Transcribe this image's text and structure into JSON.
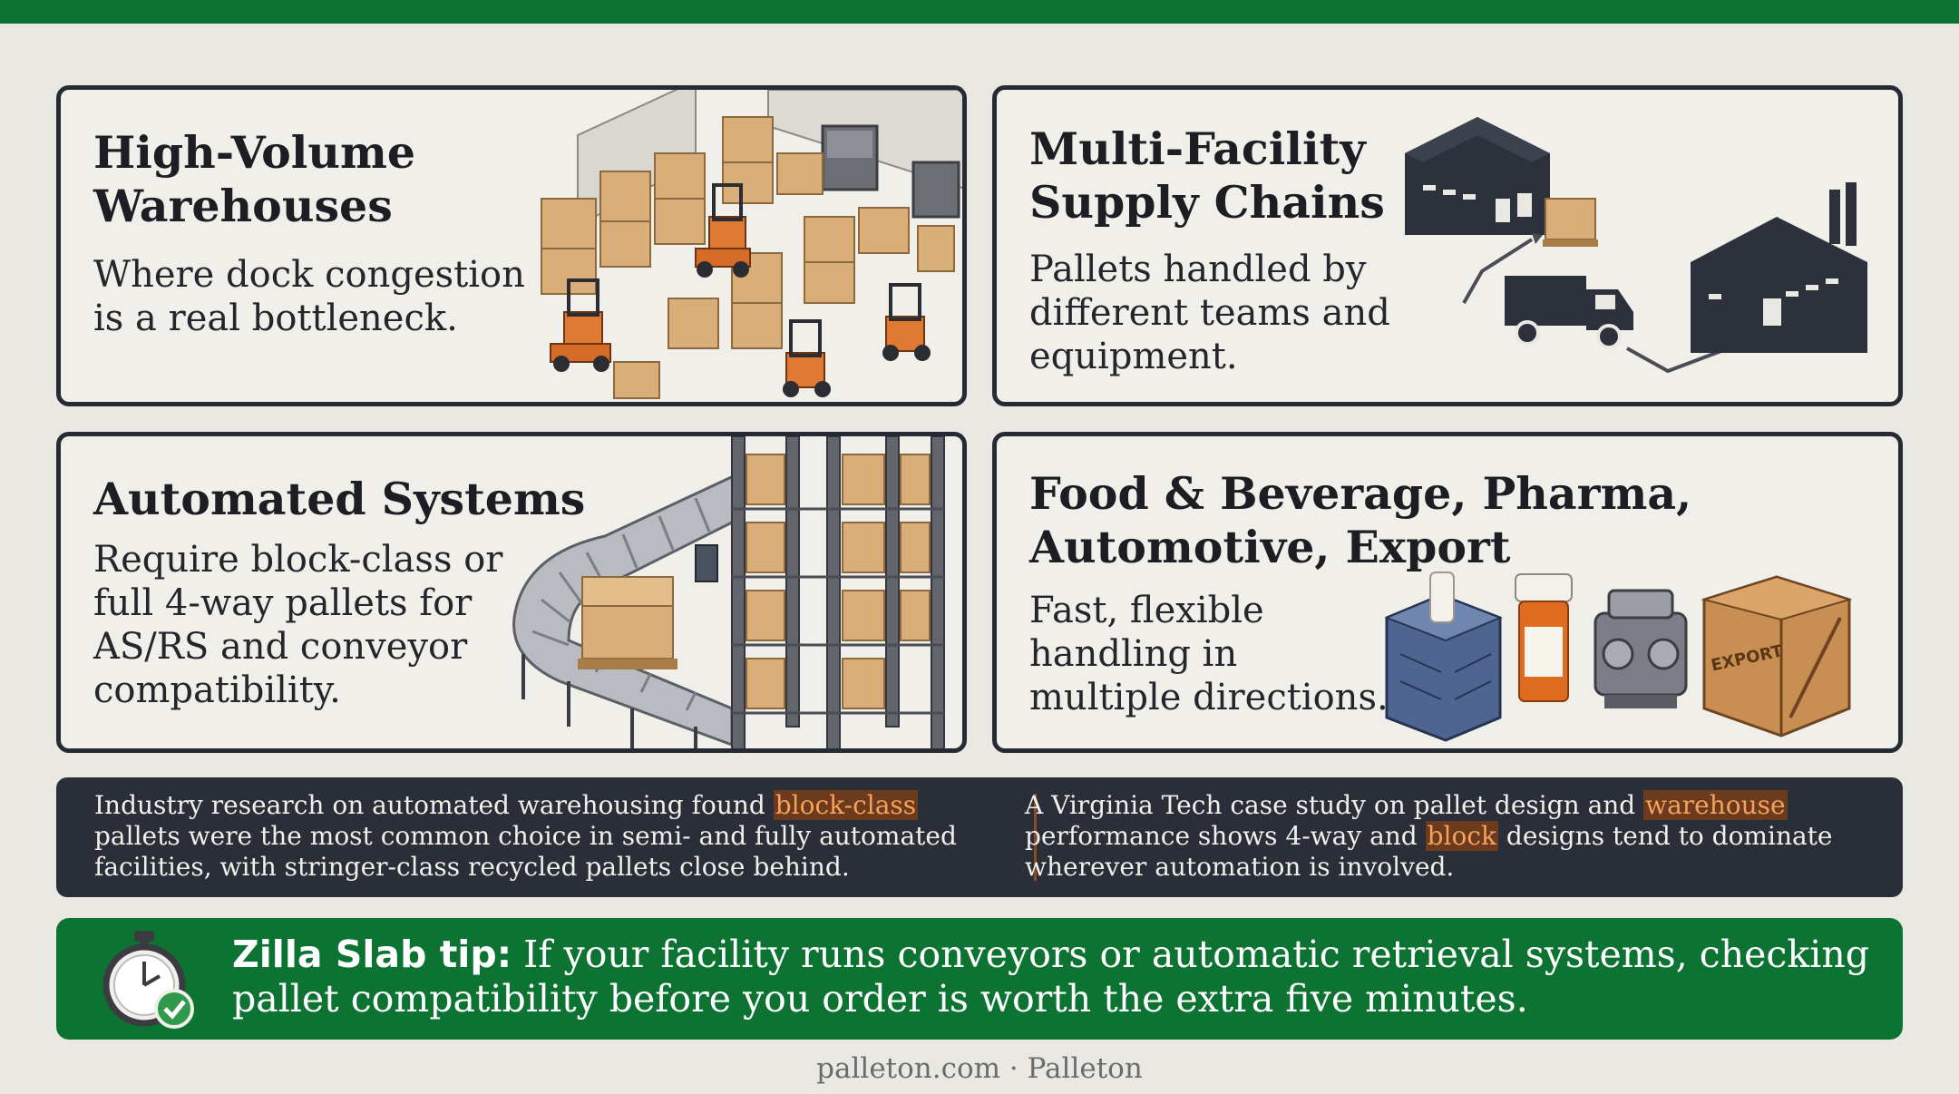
{
  "cards": [
    {
      "title": "High-Volume\nWarehouses",
      "body": "Where dock congestion\nis a real bottleneck."
    },
    {
      "title": "Multi-Facility\nSupply Chains",
      "body": "Pallets handled by\ndifferent teams and\nequipment."
    },
    {
      "title": "Automated Systems",
      "body": "Require block-class or\nfull 4-way pallets for\nAS/RS and conveyor\ncompatibility."
    },
    {
      "title": "Food & Beverage, Pharma,\nAutomotive, Export",
      "body": "Fast, flexible\nhandling in\nmultiple directions."
    }
  ],
  "research": {
    "left": {
      "pre": "Industry research on automated warehousing found ",
      "highlight": "block-class",
      "post": " pallets were the most common choice in semi- and fully automated facilities, with stringer-class recycled pallets close behind."
    },
    "right": {
      "pre": "A Virginia Tech case study on pallet design and ",
      "highlight1": "warehouse",
      "mid": " performance shows 4-way and ",
      "highlight2": "block",
      "post": " designs tend to dominate wherever automation is involved."
    }
  },
  "tip": {
    "label": "Zilla Slab tip:",
    "text": " If your facility runs conveyors or automatic retrieval systems, checking pallet compatibility before you order is worth the extra five minutes."
  },
  "crate_label": "EXPORT",
  "footer": "palleton.com · Palleton",
  "colors": {
    "brand_green": "#0d7332",
    "dark_panel": "#2a2e38",
    "highlight": "#f4a15c",
    "card_border": "#262a33"
  },
  "icons": [
    "forklift-icon",
    "warehouse-icon",
    "truck-icon",
    "factory-icon",
    "conveyor-icon",
    "rack-icon",
    "milk-crate-icon",
    "pill-bottle-icon",
    "engine-icon",
    "crate-icon",
    "stopwatch-icon",
    "checkmark-icon"
  ]
}
